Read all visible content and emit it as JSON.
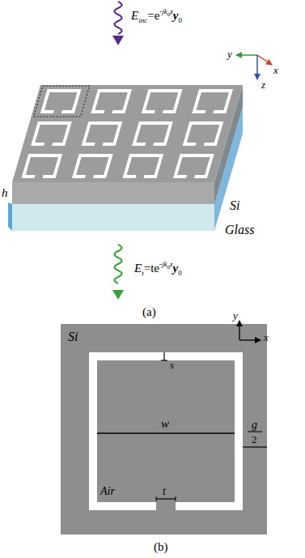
{
  "diagram": {
    "labels": [
      "E",
      "inc",
      "=e",
      "-jk",
      "0",
      "z",
      "y",
      "0",
      "y",
      "x",
      "z",
      "h",
      "Si",
      "Glass",
      "E",
      "t",
      "=te",
      "-jk",
      "0",
      "z",
      "y",
      "0",
      "(a)",
      "Si",
      "y",
      "x",
      "s",
      "w",
      "g",
      "2",
      "t",
      "Air",
      "(b)"
    ]
  }
}
